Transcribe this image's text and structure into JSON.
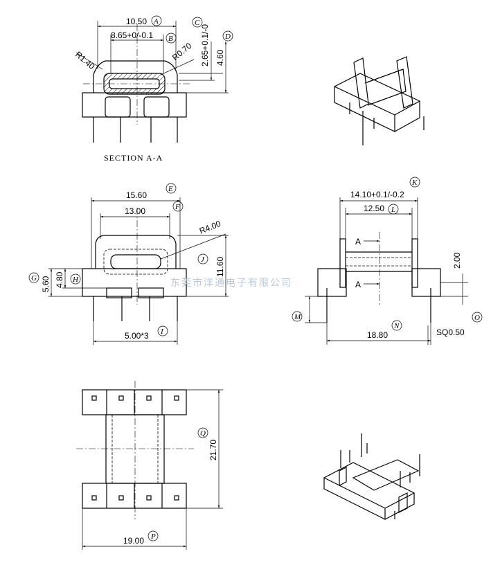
{
  "caption": "SECTION A-A",
  "watermark": "东莞市洋通电子有限公司",
  "section_mark": "A",
  "dimensions": [
    {
      "label": "A",
      "value": "10.50"
    },
    {
      "label": "B",
      "value": "8.65+0/-0.1"
    },
    {
      "label": "C",
      "value": "2.65+0.1/-0"
    },
    {
      "label": "D",
      "value": "4.60"
    },
    {
      "label": "E",
      "value": "15.60"
    },
    {
      "label": "F",
      "value": "13.00"
    },
    {
      "label": "G",
      "value": "5.60"
    },
    {
      "label": "H",
      "value": "4.80"
    },
    {
      "label": "I",
      "value": "5.00*3"
    },
    {
      "label": "J",
      "value": "11.60"
    },
    {
      "label": "K",
      "value": "14.10+0.1/-0.2"
    },
    {
      "label": "L",
      "value": "12.50"
    },
    {
      "label": "M",
      "value": ""
    },
    {
      "label": "N",
      "value": "18.80"
    },
    {
      "label": "O",
      "value": "SQ0.50"
    },
    {
      "label": "P",
      "value": "19.00"
    },
    {
      "label": "Q",
      "value": "21.70"
    }
  ],
  "radii": [
    "R1.40",
    "R0.70",
    "R4.00"
  ],
  "extra_dim": "2.00"
}
